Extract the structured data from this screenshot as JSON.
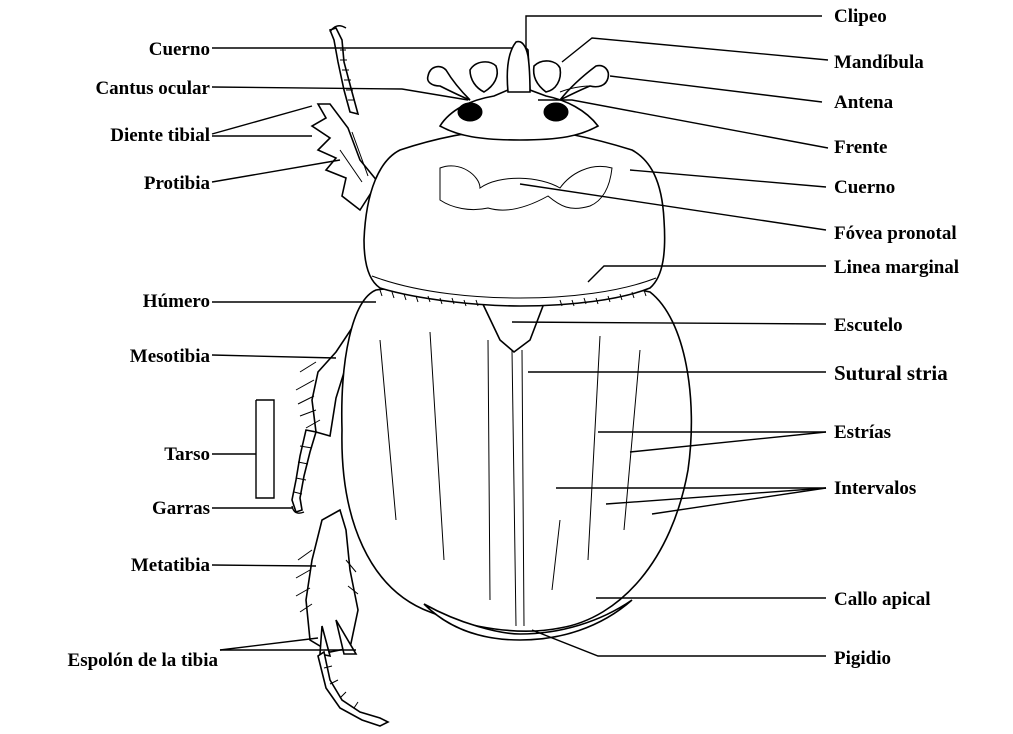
{
  "diagram": {
    "labels_left": {
      "cuerno": "Cuerno",
      "cantus_ocular": "Cantus ocular",
      "diente_tibial": "Diente tibial",
      "protibia": "Protibia",
      "humero": "Húmero",
      "mesotibia": "Mesotibia",
      "tarso": "Tarso",
      "garras": "Garras",
      "metatibia": "Metatibia",
      "espolon": "Espolón de la tibia"
    },
    "labels_right": {
      "clipeo": "Clipeo",
      "mandibula": "Mandíbula",
      "antena": "Antena",
      "frente": "Frente",
      "cuerno": "Cuerno",
      "fovea_pronotal": "Fóvea pronotal",
      "linea_marginal": "Linea marginal",
      "escutelo": "Escutelo",
      "sutural_stria": "Sutural stria",
      "estrias": "Estrías",
      "intervalos": "Intervalos",
      "callo_apical": "Callo apical",
      "pigidio": "Pigidio"
    }
  }
}
